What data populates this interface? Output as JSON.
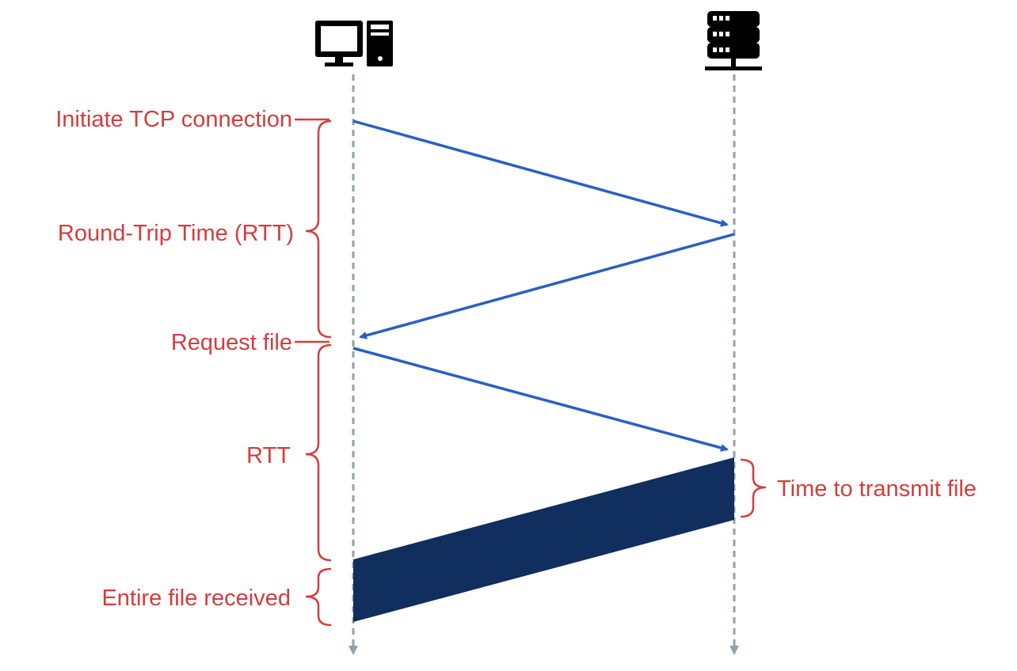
{
  "nodes": {
    "client": {
      "icon": "desktop-computer-icon"
    },
    "server": {
      "icon": "server-rack-icon"
    }
  },
  "labels": {
    "initiate_tcp": "Initiate TCP connection",
    "rtt_full": "Round-Trip Time (RTT)",
    "request_file": "Request file",
    "rtt_short": "RTT",
    "time_to_transmit": "Time to transmit file",
    "entire_file_received": "Entire file received"
  },
  "colors": {
    "label": "#d63c3c",
    "bracket": "#d63c3c",
    "arrow": "#2a5fc4",
    "file_block": "#102e5e",
    "timeline": "#8fa3a6",
    "icon": "#000000"
  }
}
